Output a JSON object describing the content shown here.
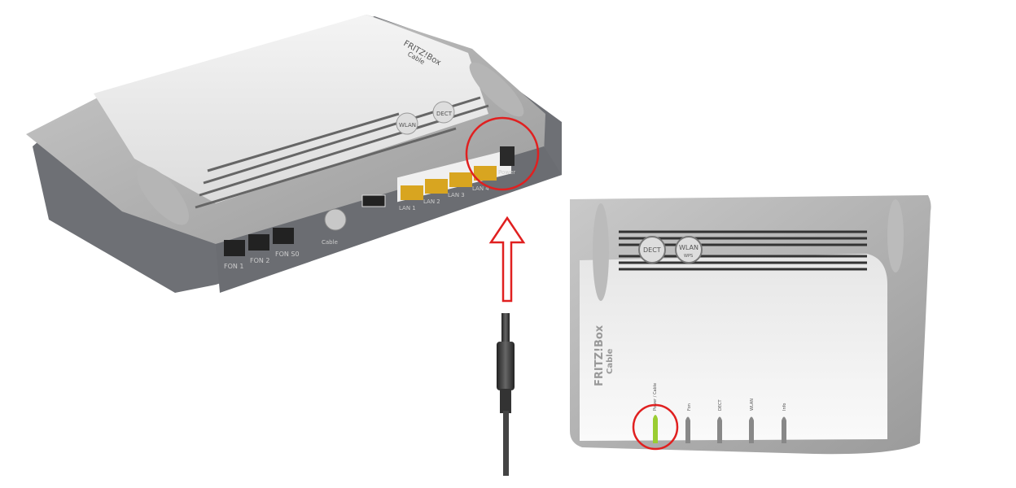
{
  "router_back": {
    "brand": "FRITZ!Box",
    "model": "Cable",
    "buttons": [
      "WLAN",
      "DECT"
    ],
    "ports": {
      "fon": [
        "FON 1",
        "FON 2",
        "FON S0"
      ],
      "cable": "Cable",
      "lan": [
        "LAN 1",
        "LAN 2",
        "LAN 3",
        "LAN 4"
      ],
      "power": "Power"
    }
  },
  "router_front": {
    "brand": "FRITZ!Box",
    "model": "Cable",
    "buttons": {
      "dect": "DECT",
      "wlan": "WLAN",
      "wps": "WPS"
    },
    "leds": [
      "Power / Cable",
      "Fon",
      "DECT",
      "WLAN",
      "Info"
    ],
    "active_led_color": "#9acd32"
  },
  "annotations": {
    "highlight_color": "#e02020"
  }
}
